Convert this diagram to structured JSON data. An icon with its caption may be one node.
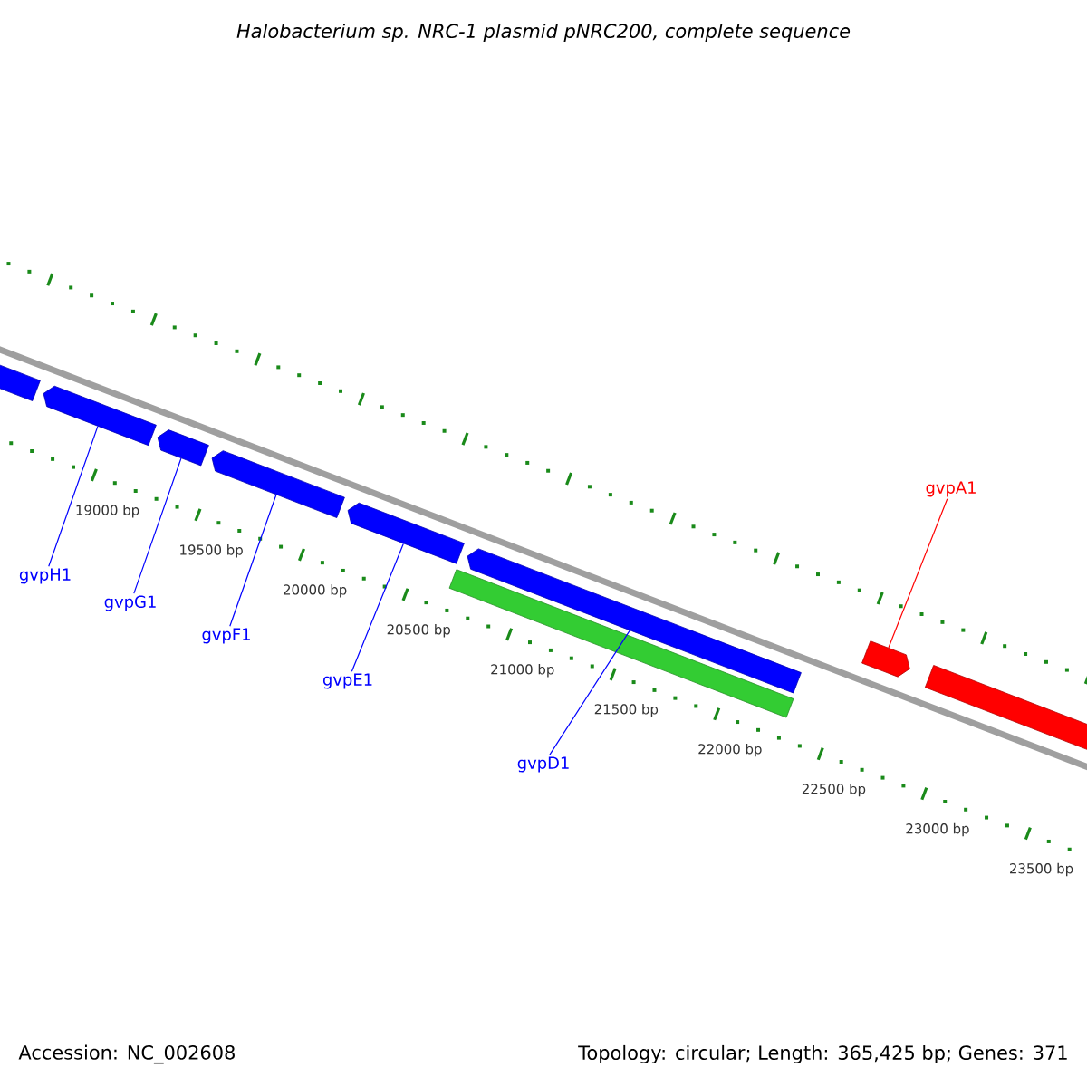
{
  "diagram": {
    "title": "Halobacterium sp. NRC-1 plasmid pNRC200, complete sequence",
    "nodes": [
      {
        "text": [],
        "shape": "bar"
      },
      {
        "text": [],
        "shape": "bar"
      },
      {
        "text": [],
        "shape": "bar"
      },
      {
        "text": [],
        "shape": "bar"
      },
      {
        "text": [],
        "shape": "bar"
      },
      {
        "text": [],
        "shape": "bar"
      },
      {
        "text": [],
        "shape": "bar"
      },
      {
        "text": [],
        "shape": "bar"
      },
      {
        "text": [],
        "shape": "bar"
      },
      {
        "text": [
          "gvpH1"
        ]
      },
      {
        "text": [
          "gvpG1"
        ]
      },
      {
        "text": [
          "gvpF1"
        ]
      },
      {
        "text": [
          "gvpE1"
        ]
      },
      {
        "text": [
          "gvpD1"
        ]
      },
      {
        "text": [
          "gvpA1"
        ]
      }
    ],
    "edges": [
      {
        "from": 9,
        "to": 1,
        "arrow": "none"
      },
      {
        "from": 10,
        "to": 2,
        "arrow": "none"
      },
      {
        "from": 11,
        "to": 3,
        "arrow": "none"
      },
      {
        "from": 12,
        "to": 4,
        "arrow": "none"
      },
      {
        "from": 13,
        "to": 5,
        "arrow": "none"
      },
      {
        "from": 14,
        "to": 7,
        "arrow": "none",
        "color": "#ff0000"
      }
    ],
    "labels": [
      "19000 bp",
      "19500 bp",
      "20000 bp",
      "20500 bp",
      "21000 bp",
      "21500 bp",
      "22000 bp",
      "22500 bp",
      "23000 bp",
      "23500 bp",
      "Accession: NC_002608",
      "Topology: circular; Length: 365,425 bp; Genes: 371"
    ]
  }
}
